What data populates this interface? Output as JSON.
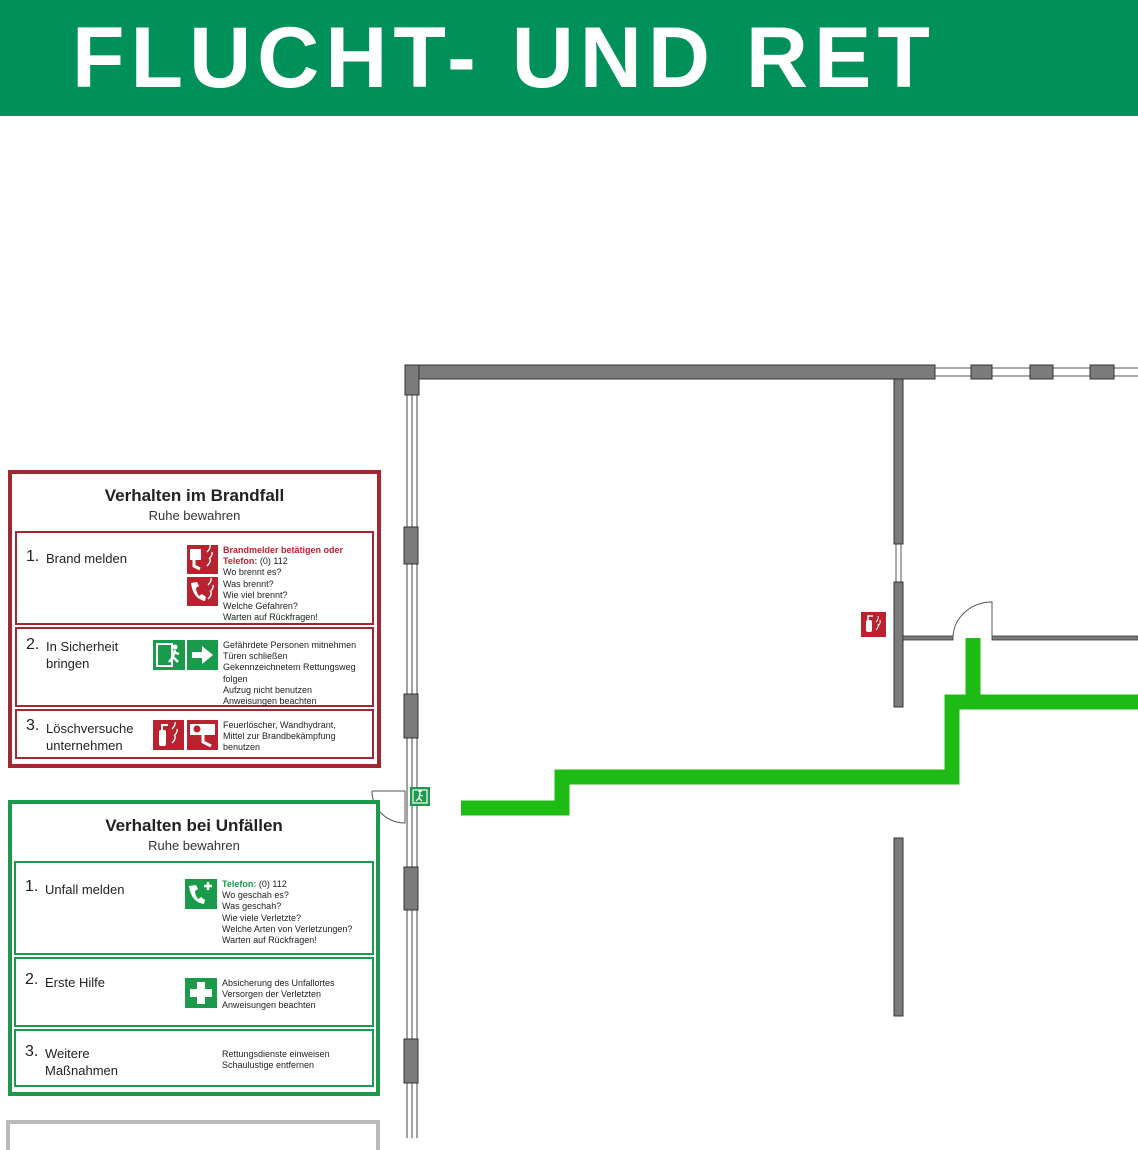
{
  "banner": {
    "title": "FLUCHT- UND RET"
  },
  "colors": {
    "banner_green": "#00905a",
    "fire_red": "#a32733",
    "first_aid_green": "#1b9a4e",
    "escape_route": "#1dbb13",
    "wall": "#7b7b7b"
  },
  "fire_panel": {
    "title": "Verhalten im Brandfall",
    "subtitle": "Ruhe bewahren",
    "sections": [
      {
        "number": "1.",
        "label_lines": [
          "Brand melden"
        ],
        "highlight_lines": [
          "Brandmelder betätigen oder",
          "Telefon:"
        ],
        "phone": "(0) 112",
        "text_lines": [
          "Wo brennt es?",
          "Was brennt?",
          "Wie viel brennt?",
          "Welche Gefahren?",
          "Warten auf Rückfragen!"
        ],
        "icons": [
          "fire-alarm-call-point-icon",
          "fire-emergency-telephone-icon"
        ]
      },
      {
        "number": "2.",
        "label_lines": [
          "In Sicherheit",
          "bringen"
        ],
        "text_lines": [
          "Gefährdete Personen mitnehmen",
          "Türen schließen",
          "Gekennzeichnetem Rettungsweg",
          "folgen",
          "Aufzug nicht benutzen",
          "Anweisungen beachten"
        ],
        "icons": [
          "emergency-exit-icon",
          "direction-arrow-icon"
        ]
      },
      {
        "number": "3.",
        "label_lines": [
          "Löschversuche",
          "unternehmen"
        ],
        "text_lines": [
          "Feuerlöscher, Wandhydrant,",
          "Mittel zur Brandbekämpfung",
          "benutzen"
        ],
        "icons": [
          "fire-extinguisher-icon",
          "fire-hose-reel-icon"
        ]
      }
    ]
  },
  "accident_panel": {
    "title": "Verhalten bei Unfällen",
    "subtitle": "Ruhe bewahren",
    "sections": [
      {
        "number": "1.",
        "label_lines": [
          "Unfall melden"
        ],
        "highlight_lines": [
          "Telefon:"
        ],
        "phone": "(0) 112",
        "text_lines": [
          "Wo geschah es?",
          "Was geschah?",
          "Wie viele Verletzte?",
          "Welche Arten von Verletzungen?",
          "Warten auf Rückfragen!"
        ],
        "icons": [
          "emergency-telephone-icon"
        ]
      },
      {
        "number": "2.",
        "label_lines": [
          "Erste Hilfe"
        ],
        "text_lines": [
          "Absicherung des Unfallortes",
          "Versorgen der Verletzten",
          "Anweisungen beachten"
        ],
        "icons": [
          "first-aid-icon"
        ]
      },
      {
        "number": "3.",
        "label_lines": [
          "Weitere",
          "Maßnahmen"
        ],
        "text_lines": [
          "Rettungsdienste einweisen",
          "Schaulustige entfernen"
        ],
        "icons": []
      }
    ]
  },
  "floor_plan": {
    "symbols": [
      "emergency-exit-icon",
      "fire-extinguisher-icon"
    ],
    "route_segments": 1
  }
}
